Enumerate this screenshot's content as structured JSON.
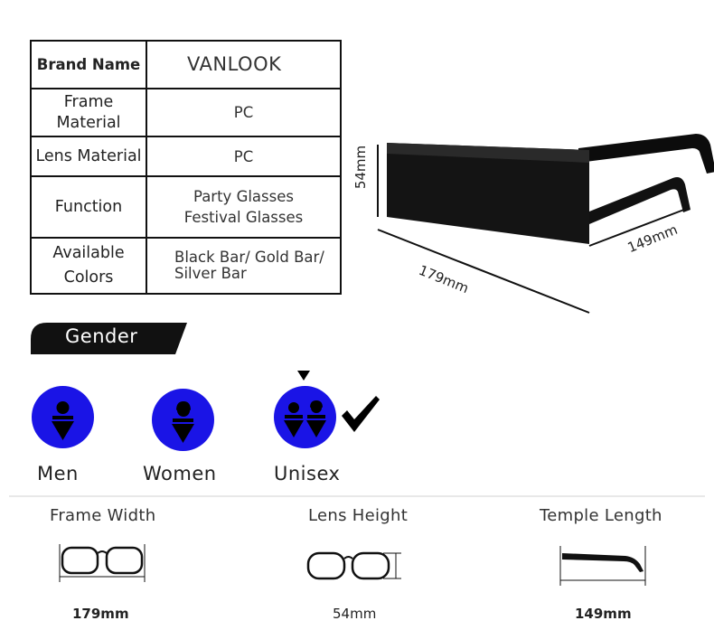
{
  "spec_table": {
    "rows": [
      {
        "key": "Brand Name",
        "value": "VANLOOK"
      },
      {
        "key": "Frame Material",
        "value": "PC"
      },
      {
        "key": "Lens Material",
        "value": "PC"
      },
      {
        "key": "Function",
        "value_lines": [
          "Party Glasses",
          "Festival Glasses"
        ]
      },
      {
        "key": "Available Colors",
        "value_lines": [
          "Black Bar/ Gold Bar/",
          "Silver Bar"
        ]
      }
    ]
  },
  "product": {
    "height_label": "54mm",
    "width_label": "179mm",
    "temple_label": "149mm"
  },
  "gender": {
    "title": "Gender",
    "options": [
      {
        "label": "Men",
        "icon": "man-icon"
      },
      {
        "label": "Women",
        "icon": "woman-icon"
      },
      {
        "label": "Unisex",
        "icon": "couple-icon",
        "selected": true
      }
    ],
    "accent_color": "#1a14e6"
  },
  "measurements": [
    {
      "title": "Frame Width",
      "value": "179mm",
      "icon": "frame-width-icon"
    },
    {
      "title": "Lens Height",
      "value": "54mm",
      "icon": "lens-height-icon"
    },
    {
      "title": "Temple Length",
      "value": "149mm",
      "icon": "temple-length-icon"
    }
  ]
}
